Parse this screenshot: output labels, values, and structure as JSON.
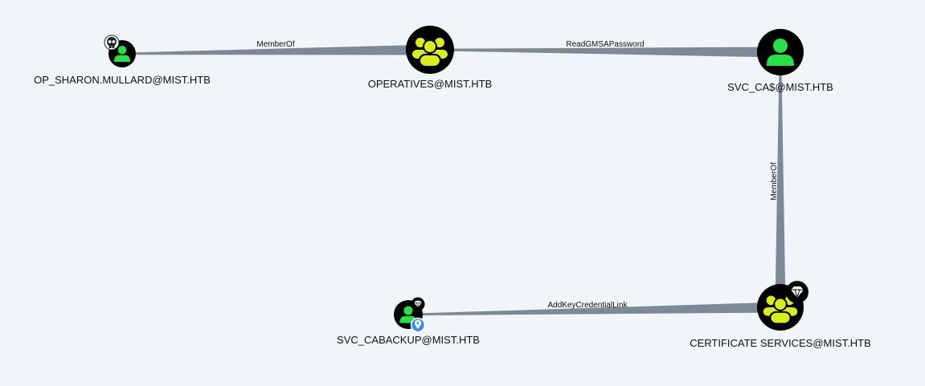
{
  "graph": {
    "nodes": [
      {
        "id": "sharon",
        "label": "OP_SHARON.MULLARD@MIST.HTB",
        "kind": "user",
        "badges": [
          "skull-icon"
        ]
      },
      {
        "id": "operatives",
        "label": "OPERATIVES@MIST.HTB",
        "kind": "group",
        "badges": []
      },
      {
        "id": "svc_ca",
        "label": "SVC_CA$@MIST.HTB",
        "kind": "user",
        "badges": []
      },
      {
        "id": "cert_services",
        "label": "CERTIFICATE SERVICES@MIST.HTB",
        "kind": "group",
        "badges": [
          "gem-icon"
        ]
      },
      {
        "id": "svc_cabackup",
        "label": "SVC_CABACKUP@MIST.HTB",
        "kind": "user",
        "badges": [
          "gem-icon",
          "target-pin-icon"
        ]
      }
    ],
    "edges": [
      {
        "from": "sharon",
        "to": "operatives",
        "label": "MemberOf"
      },
      {
        "from": "operatives",
        "to": "svc_ca",
        "label": "ReadGMSAPassword"
      },
      {
        "from": "svc_ca",
        "to": "cert_services",
        "label": "MemberOf"
      },
      {
        "from": "svc_cabackup",
        "to": "cert_services",
        "label": "AddKeyCredentialLink"
      }
    ]
  },
  "colors": {
    "background": "#f1f5fa",
    "edge": "#7a8a96",
    "node_fill": "#000000",
    "user_glyph": "#26e045",
    "group_glyph": "#d9ec1c",
    "pin_badge": "#3f8ee6"
  }
}
